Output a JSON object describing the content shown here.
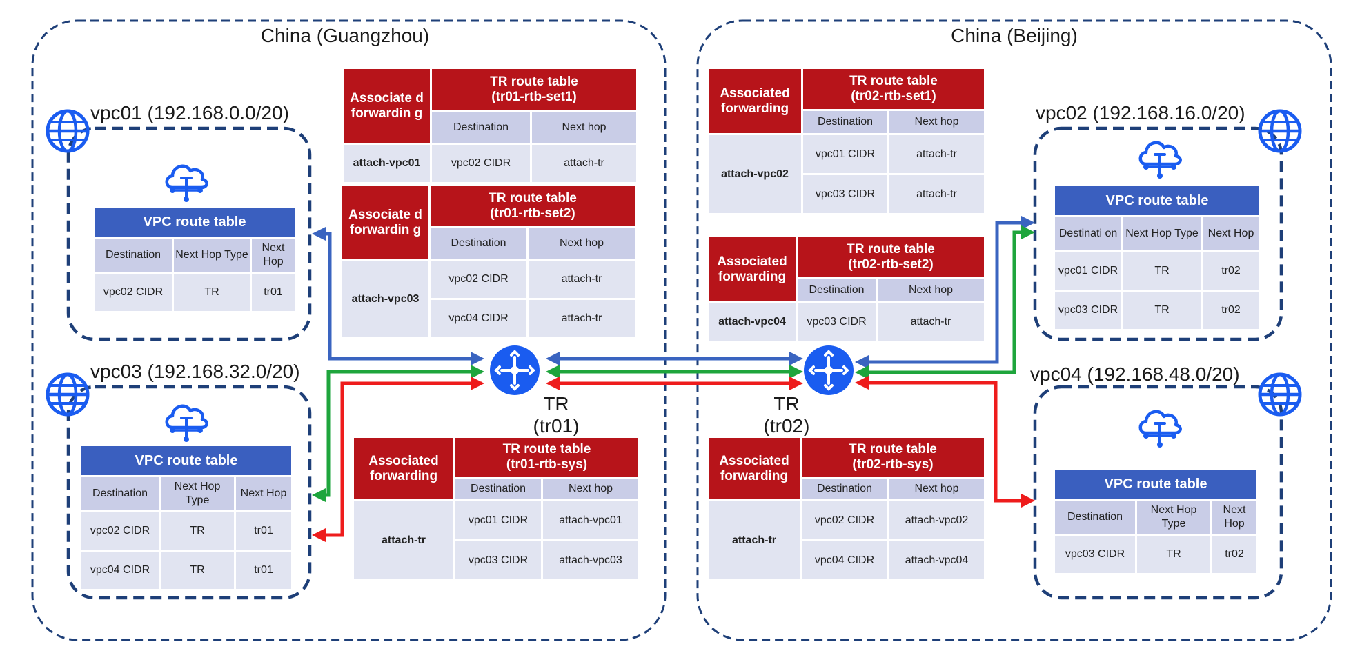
{
  "colors": {
    "region_border": "#1e3f78",
    "vpc_border": "#1e3f78",
    "icon_blue": "#1a5cf0",
    "vpc_table_header": "#3a5fbf",
    "tr_table_header": "#b7141a",
    "column_header": "#c9cde7",
    "cell": "#e1e4f1",
    "arrow_blue": "#3a64c0",
    "arrow_green": "#1ea53c",
    "arrow_red": "#ee1c1c"
  },
  "regions": {
    "guangzhou": {
      "title": "China (Guangzhou)"
    },
    "beijing": {
      "title": "China (Beijing)"
    }
  },
  "vpcs": {
    "vpc01": {
      "title": "vpc01 (192.168.0.0/20)",
      "table": {
        "title": "VPC route table",
        "headers": [
          "Destination",
          "Next Hop Type",
          "Next Hop"
        ],
        "rows": [
          [
            "vpc02 CIDR",
            "TR",
            "tr01"
          ]
        ]
      }
    },
    "vpc03": {
      "title": "vpc03 (192.168.32.0/20)",
      "table": {
        "title": "VPC route table",
        "headers": [
          "Destination",
          "Next Hop Type",
          "Next Hop"
        ],
        "rows": [
          [
            "vpc02 CIDR",
            "TR",
            "tr01"
          ],
          [
            "vpc04 CIDR",
            "TR",
            "tr01"
          ]
        ]
      }
    },
    "vpc02": {
      "title": "vpc02 (192.168.16.0/20)",
      "table": {
        "title": "VPC route table",
        "headers": [
          "Destinati on",
          "Next Hop Type",
          "Next Hop"
        ],
        "rows": [
          [
            "vpc01 CIDR",
            "TR",
            "tr02"
          ],
          [
            "vpc03 CIDR",
            "TR",
            "tr02"
          ]
        ]
      }
    },
    "vpc04": {
      "title": "vpc04 (192.168.48.0/20)",
      "table": {
        "title": "VPC route table",
        "headers": [
          "Destination",
          "Next Hop Type",
          "Next Hop"
        ],
        "rows": [
          [
            "vpc03 CIDR",
            "TR",
            "tr02"
          ]
        ]
      }
    }
  },
  "routers": {
    "tr01": {
      "line1": "TR",
      "line2": "(tr01)"
    },
    "tr02": {
      "line1": "TR",
      "line2": "(tr02)"
    }
  },
  "tr_tables": {
    "tr01_set1": {
      "assoc_label": "Associate d forwardin g",
      "title_line1": "TR route table",
      "title_line2": "(tr01-rtb-set1)",
      "col_destination": "Destination",
      "col_next_hop": "Next hop",
      "attachment": "attach-vpc01",
      "rows": [
        [
          "vpc02 CIDR",
          "attach-tr"
        ]
      ]
    },
    "tr01_set2": {
      "assoc_label": "Associate d forwardin g",
      "title_line1": "TR route table",
      "title_line2": "(tr01-rtb-set2)",
      "col_destination": "Destination",
      "col_next_hop": "Next hop",
      "attachment": "attach-vpc03",
      "rows": [
        [
          "vpc02 CIDR",
          "attach-tr"
        ],
        [
          "vpc04 CIDR",
          "attach-tr"
        ]
      ]
    },
    "tr01_sys": {
      "assoc_label": "Associated forwarding",
      "title_line1": "TR route table",
      "title_line2": "(tr01-rtb-sys)",
      "col_destination": "Destination",
      "col_next_hop": "Next hop",
      "attachment": "attach-tr",
      "rows": [
        [
          "vpc01 CIDR",
          "attach-vpc01"
        ],
        [
          "vpc03 CIDR",
          "attach-vpc03"
        ]
      ]
    },
    "tr02_set1": {
      "assoc_label": "Associated forwarding",
      "title_line1": "TR route table",
      "title_line2": "(tr02-rtb-set1)",
      "col_destination": "Destination",
      "col_next_hop": "Next hop",
      "attachment": "attach-vpc02",
      "rows": [
        [
          "vpc01 CIDR",
          "attach-tr"
        ],
        [
          "vpc03 CIDR",
          "attach-tr"
        ]
      ]
    },
    "tr02_set2": {
      "assoc_label": "Associated forwarding",
      "title_line1": "TR route table",
      "title_line2": "(tr02-rtb-set2)",
      "col_destination": "Destination",
      "col_next_hop": "Next hop",
      "attachment": "attach-vpc04",
      "rows": [
        [
          "vpc03 CIDR",
          "attach-tr"
        ]
      ]
    },
    "tr02_sys": {
      "assoc_label": "Associated forwarding",
      "title_line1": "TR route table",
      "title_line2": "(tr02-rtb-sys)",
      "col_destination": "Destination",
      "col_next_hop": "Next hop",
      "attachment": "attach-tr",
      "rows": [
        [
          "vpc02 CIDR",
          "attach-vpc02"
        ],
        [
          "vpc04 CIDR",
          "attach-vpc04"
        ]
      ]
    }
  }
}
